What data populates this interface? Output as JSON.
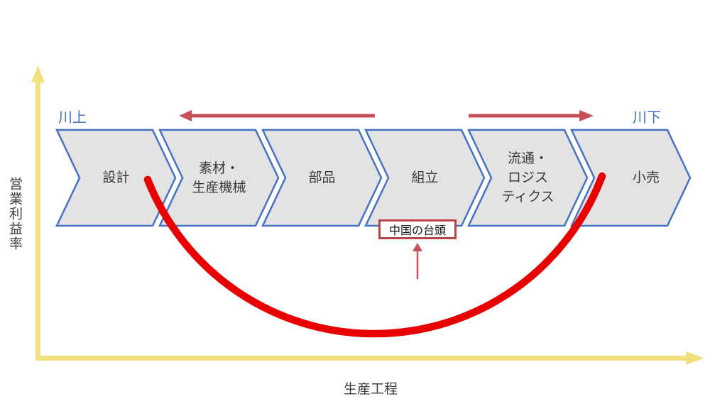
{
  "diagram": {
    "axes": {
      "y_label": "営業利益率",
      "x_label": "生産工程",
      "axis_color": "#F2DF80"
    },
    "flow_labels": {
      "upstream": "川上",
      "downstream": "川下",
      "label_color": "#4472C4"
    },
    "stages": [
      {
        "label": "設計"
      },
      {
        "label": "素材・\n生産機械"
      },
      {
        "label": "部品"
      },
      {
        "label": "組立"
      },
      {
        "label": "流通・\nロジス\nティクス"
      },
      {
        "label": "小売"
      }
    ],
    "annotation": {
      "label": "中国の台頭",
      "border_color": "#BE444A"
    },
    "colors": {
      "chevron_fill": "#E3E3E3",
      "chevron_border": "#4472C4",
      "smile_curve": "#E80000",
      "direction_arrows": "#C8505A"
    }
  }
}
